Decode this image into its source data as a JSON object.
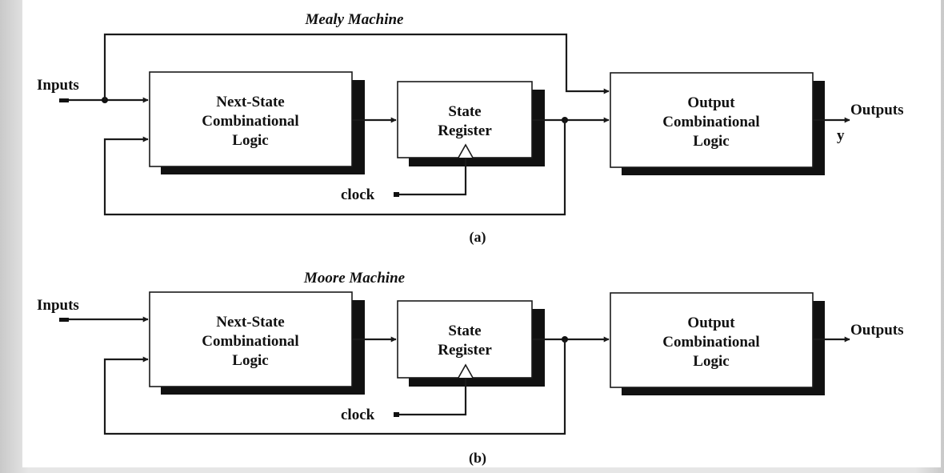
{
  "diagrams": {
    "mealy": {
      "title": "Mealy Machine",
      "inputs_label": "Inputs",
      "next_state_lines": [
        "Next-State",
        "Combinational",
        "Logic"
      ],
      "state_reg_lines": [
        "State",
        "Register"
      ],
      "output_lines": [
        "Output",
        "Combinational",
        "Logic"
      ],
      "outputs_label": "Outputs",
      "output_var": "y",
      "clock_label": "clock",
      "caption": "(a)"
    },
    "moore": {
      "title": "Moore Machine",
      "inputs_label": "Inputs",
      "next_state_lines": [
        "Next-State",
        "Combinational",
        "Logic"
      ],
      "state_reg_lines": [
        "State",
        "Register"
      ],
      "output_lines": [
        "Output",
        "Combinational",
        "Logic"
      ],
      "outputs_label": "Outputs",
      "clock_label": "clock",
      "caption": "(b)"
    }
  },
  "colors": {
    "ink": "#111111",
    "paper": "#ffffff",
    "background": "#e6e6e6"
  }
}
